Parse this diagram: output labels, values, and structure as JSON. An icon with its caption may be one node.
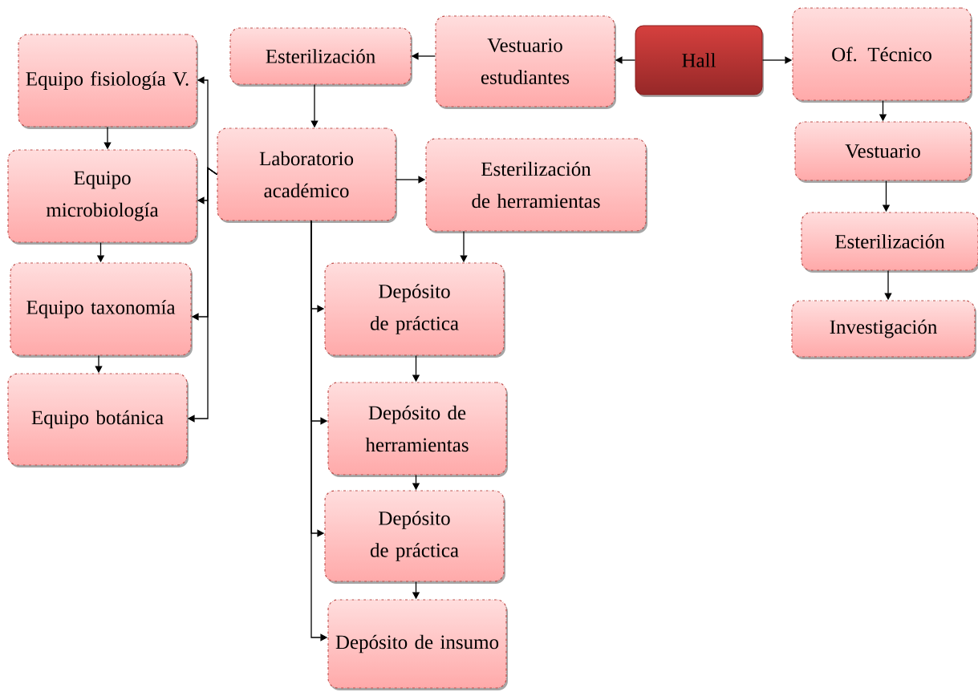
{
  "diagram": {
    "nodes": [
      {
        "text": [
          "Hall"
        ]
      },
      {
        "text": [
          "Vestuario estudiantes"
        ]
      },
      {
        "text": [
          "Esterilización"
        ]
      },
      {
        "text": [
          "Of. Técnico"
        ]
      },
      {
        "text": [
          "Vestuario"
        ]
      },
      {
        "text": [
          "Esterilización"
        ]
      },
      {
        "text": [
          "Investigación"
        ]
      },
      {
        "text": [
          "Laboratorio académico"
        ]
      },
      {
        "text": [
          "Esterilización de herramientas"
        ]
      },
      {
        "text": [
          "Equipo fisiología V."
        ]
      },
      {
        "text": [
          "Equipo microbiología"
        ]
      },
      {
        "text": [
          "Equipo taxonomía"
        ]
      },
      {
        "text": [
          "Equipo botánica"
        ]
      },
      {
        "text": [
          "Depósito de práctica"
        ]
      },
      {
        "text": [
          "Depósito de herramientas"
        ]
      },
      {
        "text": [
          "Depósito de práctica"
        ]
      },
      {
        "text": [
          "Depósito de insumo"
        ]
      }
    ],
    "edges": [
      {
        "from": 0,
        "to": 1,
        "arrow": "to"
      },
      {
        "from": 1,
        "to": 2,
        "arrow": "to"
      },
      {
        "from": 0,
        "to": 3,
        "arrow": "to"
      },
      {
        "from": 3,
        "to": 4,
        "arrow": "to"
      },
      {
        "from": 4,
        "to": 5,
        "arrow": "to"
      },
      {
        "from": 5,
        "to": 6,
        "arrow": "to"
      },
      {
        "from": 2,
        "to": 7,
        "arrow": "to"
      },
      {
        "from": 7,
        "to": 8,
        "arrow": "to"
      },
      {
        "from": 8,
        "to": 13,
        "arrow": "to"
      },
      {
        "from": 7,
        "to": 9,
        "arrow": "to"
      },
      {
        "from": 7,
        "to": 10,
        "arrow": "to"
      },
      {
        "from": 7,
        "to": 11,
        "arrow": "to"
      },
      {
        "from": 7,
        "to": 12,
        "arrow": "to"
      },
      {
        "from": 9,
        "to": 10,
        "arrow": "to"
      },
      {
        "from": 10,
        "to": 11,
        "arrow": "to"
      },
      {
        "from": 11,
        "to": 12,
        "arrow": "to"
      },
      {
        "from": 7,
        "to": 13,
        "arrow": "to"
      },
      {
        "from": 7,
        "to": 14,
        "arrow": "to"
      },
      {
        "from": 7,
        "to": 15,
        "arrow": "to"
      },
      {
        "from": 7,
        "to": 16,
        "arrow": "to"
      },
      {
        "from": 13,
        "to": 14,
        "arrow": "to"
      },
      {
        "from": 14,
        "to": 15,
        "arrow": "to"
      },
      {
        "from": 15,
        "to": 16,
        "arrow": "to"
      }
    ]
  }
}
